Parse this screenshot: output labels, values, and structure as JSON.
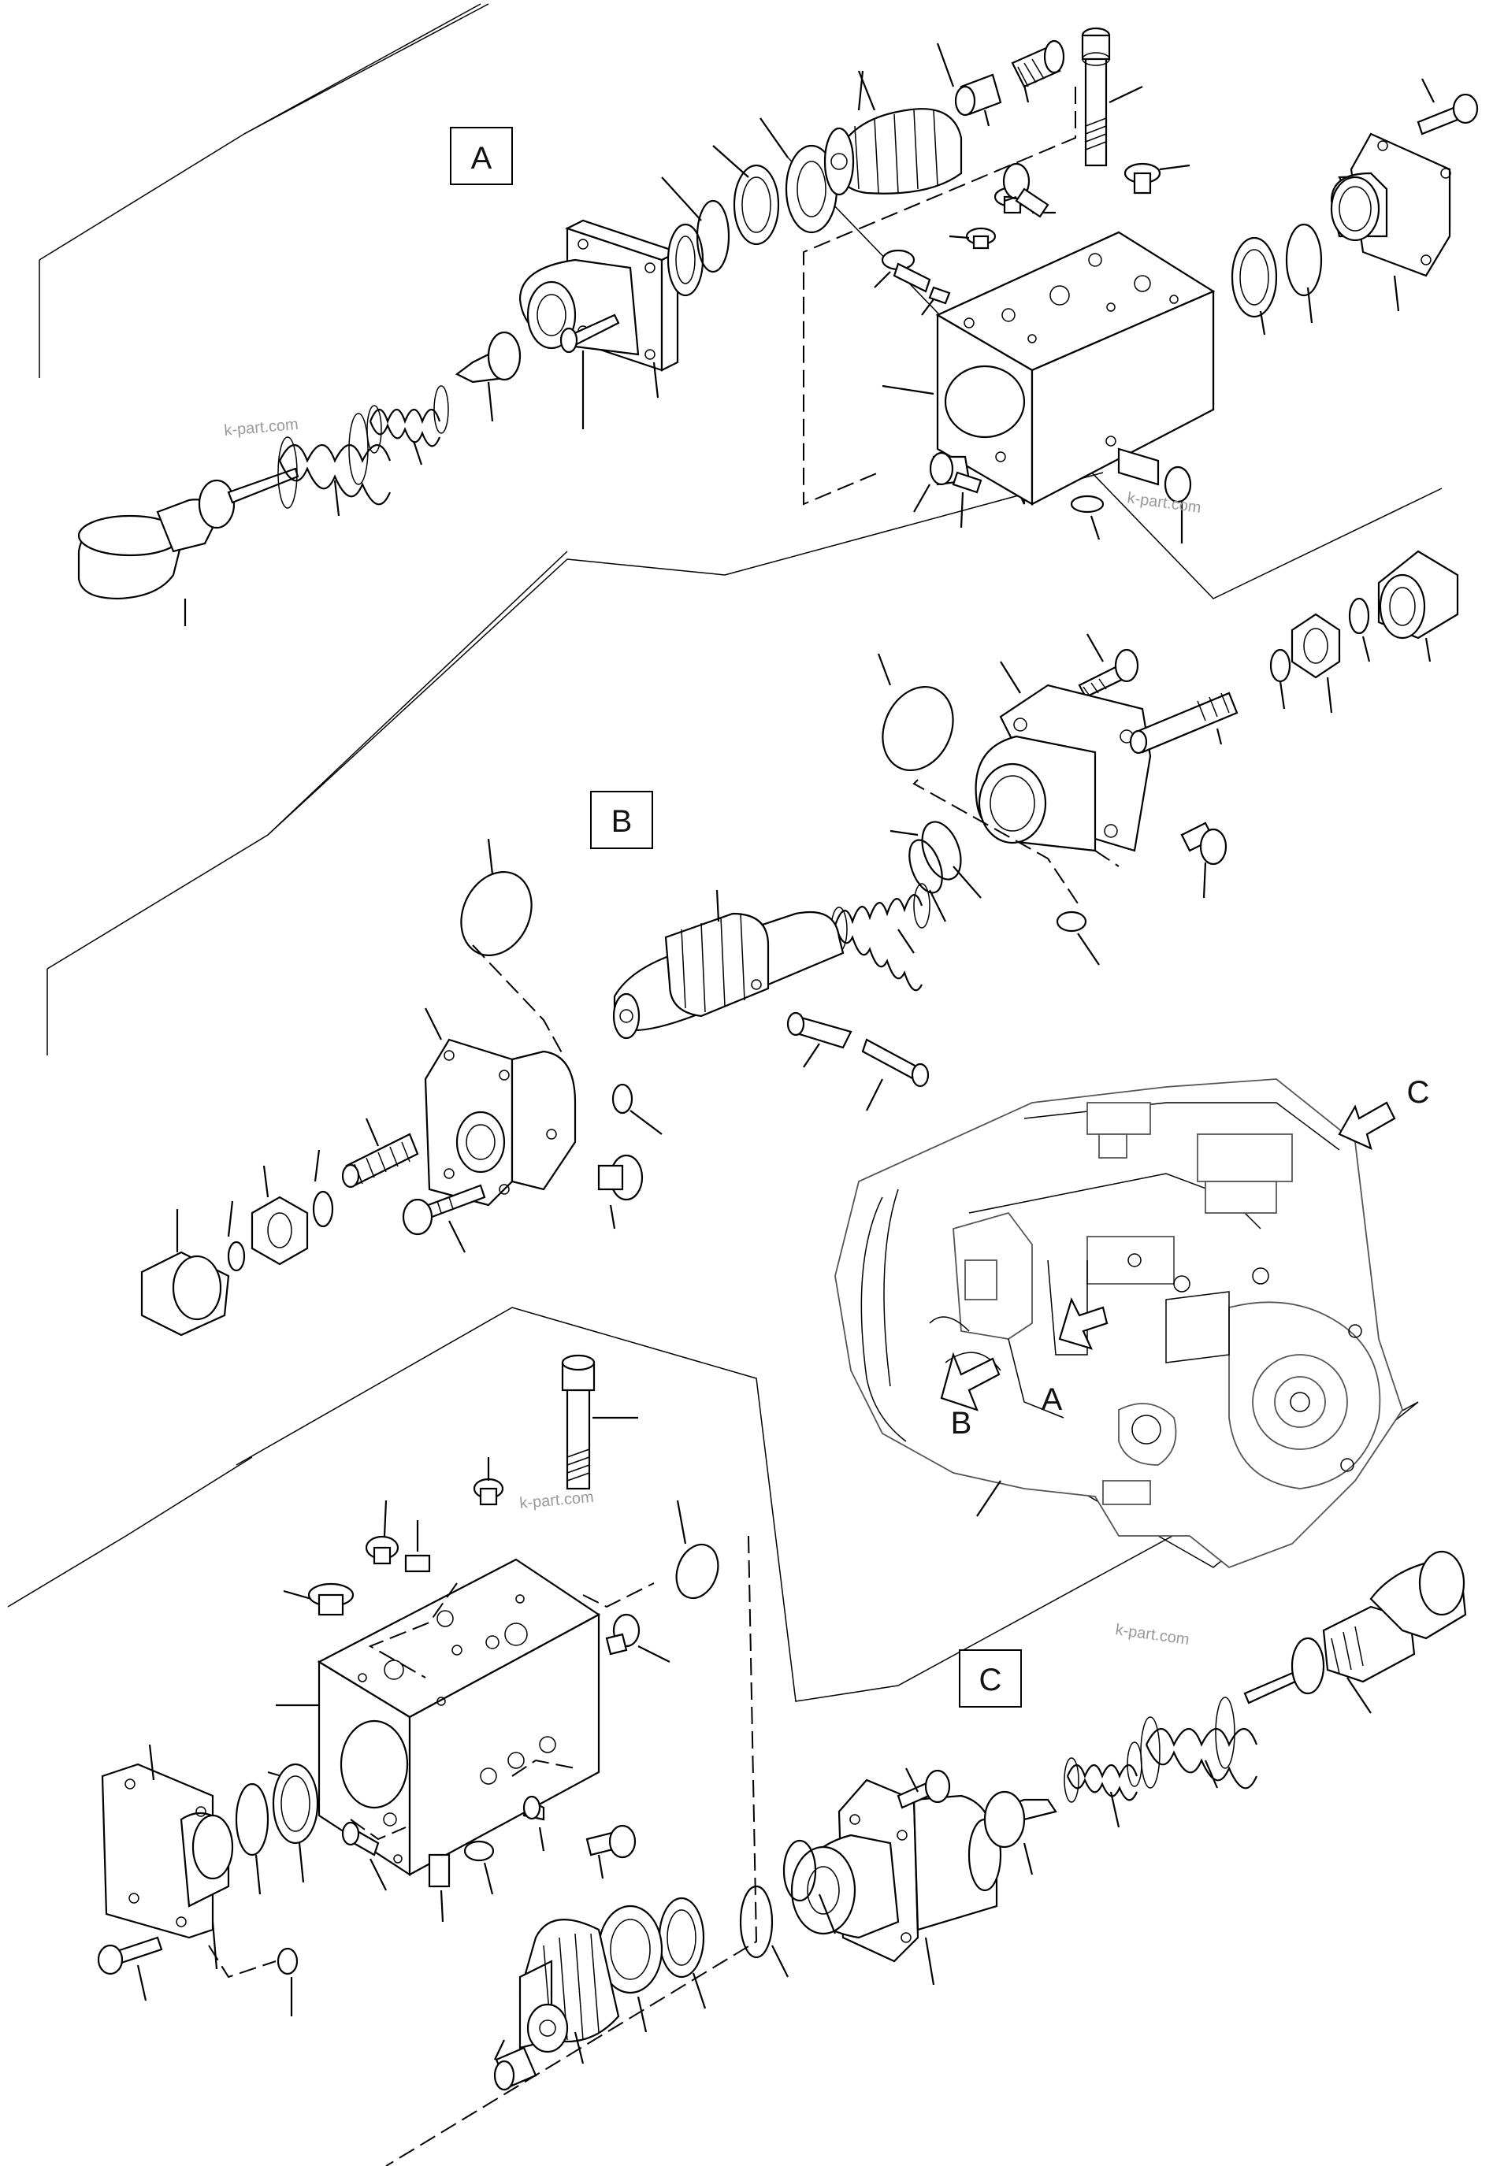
{
  "diagram": {
    "section_labels": {
      "a": "A",
      "b": "B",
      "c": "C"
    },
    "pump_view_labels": {
      "a": "A",
      "b": "B",
      "c": "C"
    },
    "watermark": "k-part.com"
  }
}
